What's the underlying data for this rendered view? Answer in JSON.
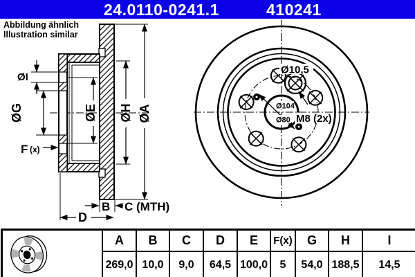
{
  "header": {
    "part_number": "24.0110-0241.1",
    "ref_number": "410241",
    "bg_color": "#0c00e8"
  },
  "note": {
    "line1": "Abbildung ähnlich",
    "line2": "Illustration similar"
  },
  "section_view": {
    "labels": {
      "dia_i": "ØI",
      "dia_g": "ØG",
      "f_main": "F",
      "f_sub": "(x)",
      "dia_e": "ØE",
      "dia_h": "ØH",
      "dia_a": "ØA",
      "b": "B",
      "c_mth": "C (MTH)",
      "d": "D"
    }
  },
  "front_view": {
    "labels": {
      "hole_dia": "Ø10,5",
      "bolt_circle_dia": "Ø104",
      "hub_dia": "Ø80",
      "thread_spec": "M8 (2x)"
    }
  },
  "table": {
    "headers": [
      "A",
      "B",
      "C",
      "D",
      "E",
      "F(x)",
      "G",
      "H",
      "I"
    ],
    "values": [
      "269,0",
      "10,0",
      "9,0",
      "64,5",
      "100,0",
      "5",
      "54,0",
      "188,5",
      "14,5"
    ]
  },
  "colors": {
    "header_blue": "#0c00e8",
    "icon_gray": "#b3b3b3"
  }
}
